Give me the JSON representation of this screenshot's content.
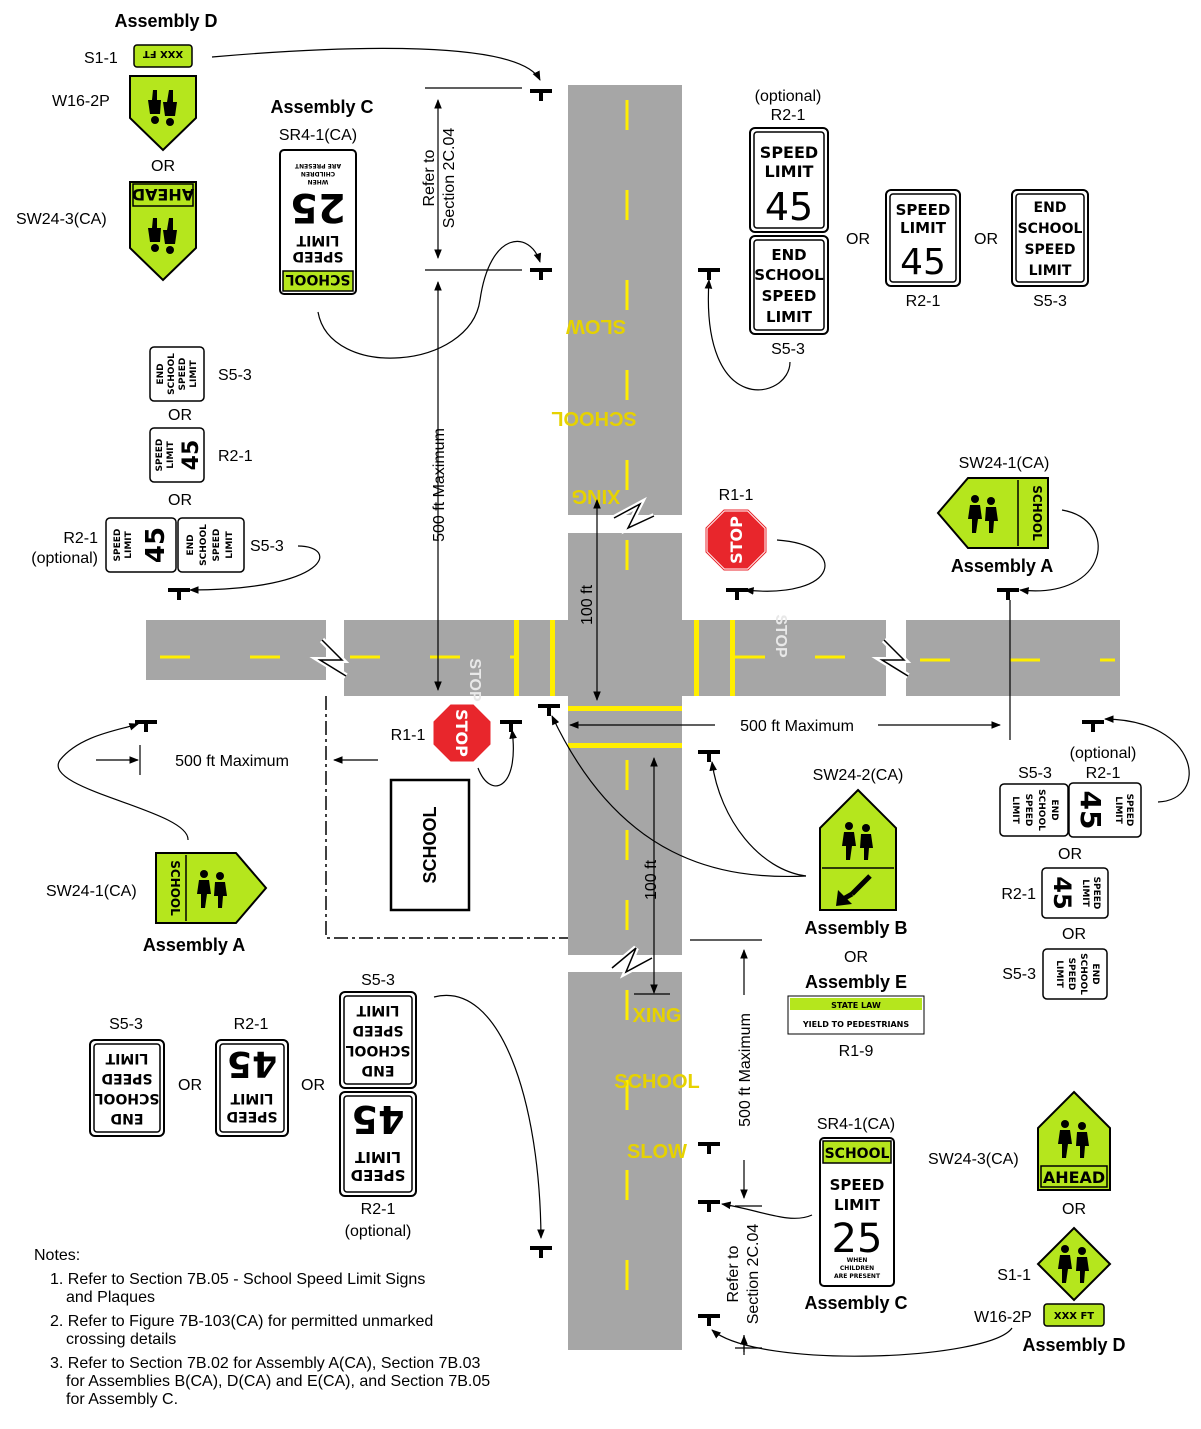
{
  "assemblies": {
    "A": "Assembly A",
    "B": "Assembly B",
    "C": "Assembly C",
    "D": "Assembly D",
    "E": "Assembly E",
    "or": "OR"
  },
  "codes": {
    "s1_1": "S1-1",
    "w16_2p": "W16-2P",
    "sw24_3": "SW24-3(CA)",
    "sr4_1": "SR4-1(CA)",
    "r2_1": "R2-1",
    "r2_1_optional": "(optional)",
    "s5_3": "S5-3",
    "r1_1": "R1-1",
    "sw24_1": "SW24-1(CA)",
    "sw24_2": "SW24-2(CA)",
    "r1_9": "R1-9"
  },
  "signs": {
    "speed": "SPEED",
    "limit": "LIMIT",
    "value_45": "45",
    "value_25": "25",
    "end": "END",
    "school": "SCHOOL",
    "stop": "STOP",
    "ahead": "AHEAD",
    "xxx_ft": "XXX FT",
    "when": "WHEN",
    "children": "CHILDREN",
    "are_present": "ARE PRESENT",
    "state_law": "STATE LAW",
    "yield_to_pedestrians": "YIELD TO PEDESTRIANS"
  },
  "pavement": {
    "slow": "SLOW",
    "school": "SCHOOL",
    "xing": "XING",
    "stop": "STOP"
  },
  "building": "SCHOOL",
  "dimensions": {
    "max_500": "500 ft Maximum",
    "ft_100": "100 ft",
    "refer_to": "Refer to",
    "section_2c04": "Section 2C.04"
  },
  "notes": {
    "heading": "Notes:",
    "n1_a": "1. Refer to Section 7B.05 - School Speed Limit Signs",
    "n1_b": "and Plaques",
    "n2_a": "2. Refer to Figure 7B-103(CA) for permitted unmarked",
    "n2_b": "crossing details",
    "n3_a": "3. Refer to Section 7B.02 for Assembly A(CA), Section 7B.03",
    "n3_b": "for Assemblies B(CA), D(CA) and E(CA), and Section 7B.05",
    "n3_c": "for Assembly C."
  },
  "colors": {
    "road": "#a6a6a6",
    "yellow_line": "#ffee00",
    "school_green": "#b5e61d",
    "stop_red": "#e8262c"
  }
}
